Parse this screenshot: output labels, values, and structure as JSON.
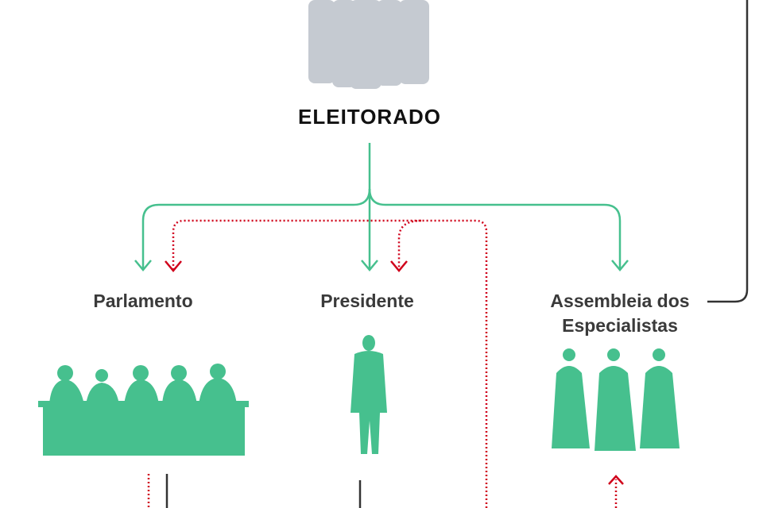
{
  "nodes": {
    "electorate": "ELEITORADO",
    "parliament": "Parlamento",
    "president": "Presidente",
    "assembly_line1": "Assembleia dos",
    "assembly_line2": "Especialistas"
  },
  "colors": {
    "elects": "#46c08e",
    "indirect": "#d0021b",
    "link": "#333333",
    "electorate_figures": "#c5cad1",
    "body_figures": "#46c08e"
  }
}
